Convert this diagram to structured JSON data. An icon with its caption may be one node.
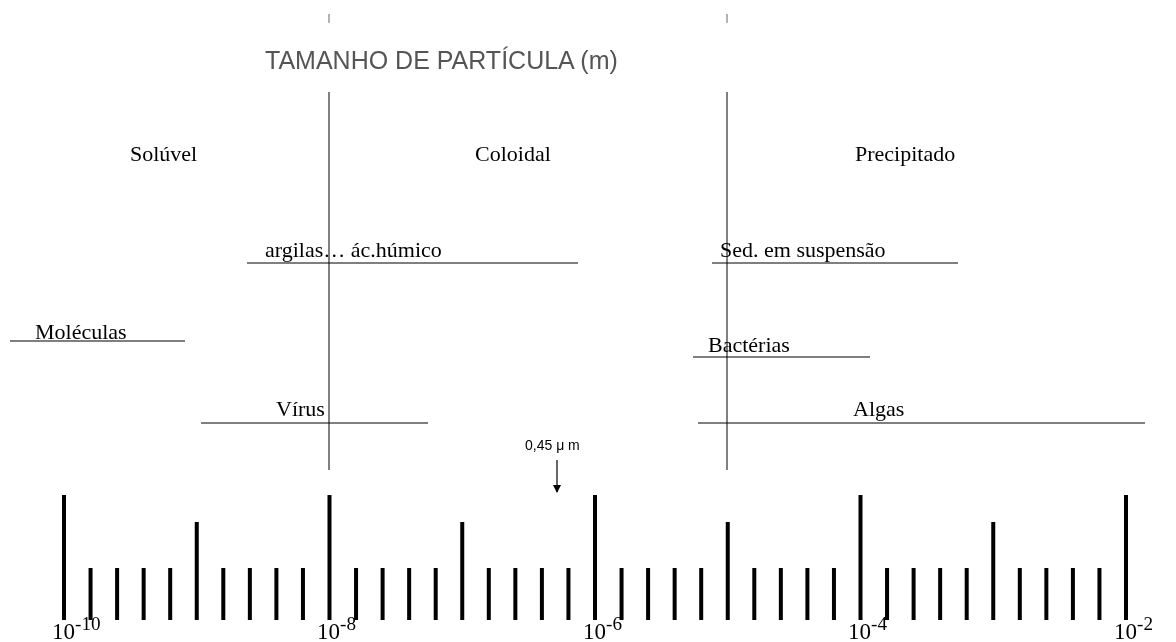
{
  "diagram": {
    "title": "TAMANHO DE PARTÍCULA (m)",
    "labels": [
      "Solúvel",
      "Coloidal",
      "Precipitado",
      "argilas… ác.húmico",
      "Sed. em suspensão",
      "Moléculas",
      "Bactérias",
      "Vírus",
      "Algas",
      "0,45 μ m",
      "10$^{-10}$",
      "10$^{-8}$",
      "10$^{-6}$",
      "10$^{-4}$",
      "10$^{-2}$"
    ]
  }
}
